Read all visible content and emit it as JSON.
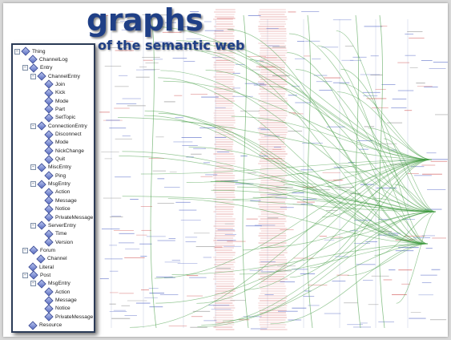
{
  "slide": {
    "title": "graphs",
    "subtitle": "of the semantic web"
  },
  "colors": {
    "title": "#1f3f86",
    "panel_border": "#2b3b57",
    "edge_green": "#3f9a3f",
    "node_red": "#d46060",
    "node_blue": "#5a6cc8"
  },
  "tree": [
    {
      "label": "Thing",
      "depth": 0,
      "expander": "⊟"
    },
    {
      "label": "ChannelLog",
      "depth": 1,
      "expander": ""
    },
    {
      "label": "Entry",
      "depth": 1,
      "expander": "⊟"
    },
    {
      "label": "ChannelEntry",
      "depth": 2,
      "expander": "⊟"
    },
    {
      "label": "Join",
      "depth": 3,
      "expander": ""
    },
    {
      "label": "Kick",
      "depth": 3,
      "expander": ""
    },
    {
      "label": "Mode",
      "depth": 3,
      "expander": ""
    },
    {
      "label": "Part",
      "depth": 3,
      "expander": ""
    },
    {
      "label": "SetTopic",
      "depth": 3,
      "expander": ""
    },
    {
      "label": "ConnectionEntry",
      "depth": 2,
      "expander": "⊟"
    },
    {
      "label": "Disconnect",
      "depth": 3,
      "expander": ""
    },
    {
      "label": "Mode",
      "depth": 3,
      "expander": ""
    },
    {
      "label": "NickChange",
      "depth": 3,
      "expander": ""
    },
    {
      "label": "Quit",
      "depth": 3,
      "expander": ""
    },
    {
      "label": "MiscEntry",
      "depth": 2,
      "expander": "⊟"
    },
    {
      "label": "Ping",
      "depth": 3,
      "expander": ""
    },
    {
      "label": "MsgEntry",
      "depth": 2,
      "expander": "⊟"
    },
    {
      "label": "Action",
      "depth": 3,
      "expander": ""
    },
    {
      "label": "Message",
      "depth": 3,
      "expander": ""
    },
    {
      "label": "Notice",
      "depth": 3,
      "expander": ""
    },
    {
      "label": "PrivateMessage",
      "depth": 3,
      "expander": ""
    },
    {
      "label": "ServerEntry",
      "depth": 2,
      "expander": "⊟"
    },
    {
      "label": "Time",
      "depth": 3,
      "expander": ""
    },
    {
      "label": "Version",
      "depth": 3,
      "expander": ""
    },
    {
      "label": "Forum",
      "depth": 1,
      "expander": "⊟"
    },
    {
      "label": "Channel",
      "depth": 2,
      "expander": ""
    },
    {
      "label": "Literal",
      "depth": 1,
      "expander": ""
    },
    {
      "label": "Post",
      "depth": 1,
      "expander": "⊟"
    },
    {
      "label": "MsgEntry",
      "depth": 2,
      "expander": "⊟"
    },
    {
      "label": "Action",
      "depth": 3,
      "expander": ""
    },
    {
      "label": "Message",
      "depth": 3,
      "expander": ""
    },
    {
      "label": "Notice",
      "depth": 3,
      "expander": ""
    },
    {
      "label": "PrivateMessage",
      "depth": 3,
      "expander": ""
    },
    {
      "label": "Resource",
      "depth": 1,
      "expander": ""
    }
  ]
}
